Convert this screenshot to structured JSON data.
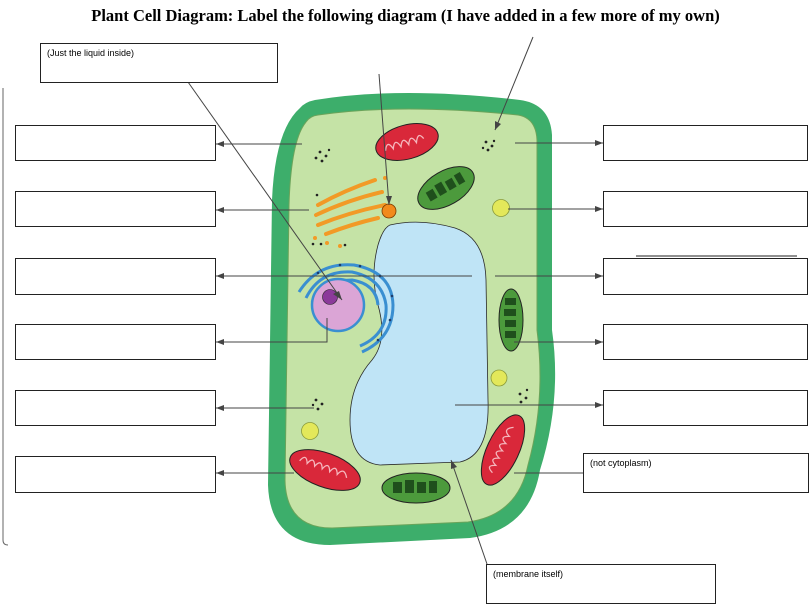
{
  "title": "Plant Cell Diagram: Label the following diagram (I have added in a few more of my own)",
  "hints": {
    "cytoplasm_hint": "(Just the liquid inside)",
    "cell_wall_hint": "(not cytoplasm)",
    "membrane_hint": "(membrane itself)"
  },
  "colors": {
    "cell_wall": "#3dae6b",
    "cytoplasm": "#c5e3a6",
    "vacuole": "#bfe4f6",
    "mitochondrion": "#d9283a",
    "chloroplast": "#4c9a3c",
    "nucleus": "#dba5d6",
    "nucleolus": "#8b3a9a",
    "golgi": "#f29a26",
    "er": "#3a8fd1",
    "granule": "#e3e85a"
  }
}
